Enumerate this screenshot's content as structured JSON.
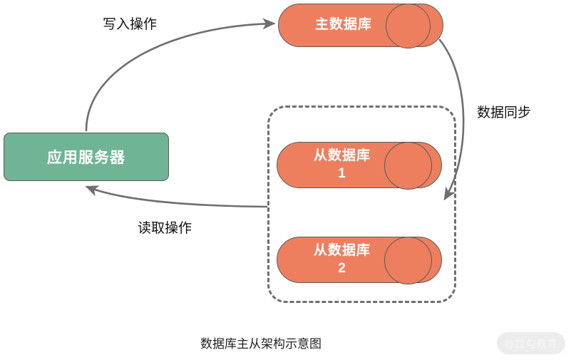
{
  "diagram": {
    "caption": "数据库主从架构示意图",
    "colors": {
      "database_fill": "#ED7F5F",
      "app_fill": "#6FB494",
      "stroke": "#5a5a5a",
      "dashed_stroke": "#6e6e6e",
      "label_text": "#111111",
      "node_text": "#ffffff",
      "background": "#ffffff"
    },
    "nodes": {
      "app_server": {
        "label": "应用服务器"
      },
      "master_db": {
        "label": "主数据库"
      },
      "slave_db_1": {
        "label": "从数据库",
        "index": "1"
      },
      "slave_db_2": {
        "label": "从数据库",
        "index": "2"
      }
    },
    "edges": {
      "write": {
        "label": "写入操作"
      },
      "read": {
        "label": "读取操作"
      },
      "sync": {
        "label": "数据同步"
      }
    }
  },
  "watermark": {
    "text": "@拉勾教育"
  }
}
